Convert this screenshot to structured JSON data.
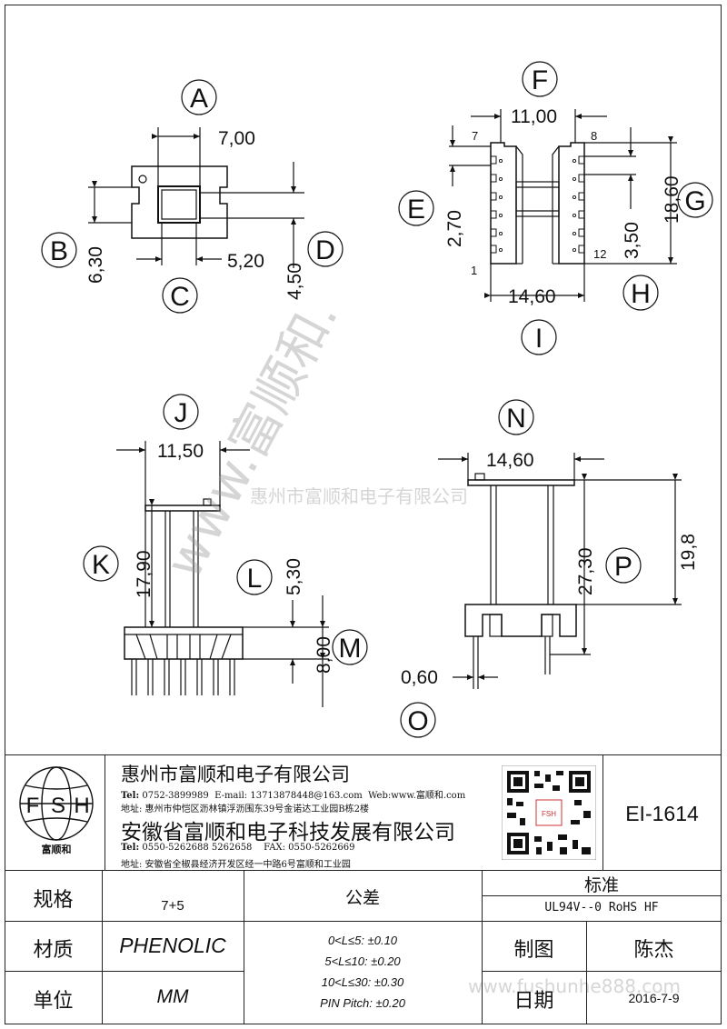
{
  "views": {
    "top": {
      "letters": [
        "A",
        "B",
        "C",
        "D"
      ],
      "dims": {
        "width_top": "7,00",
        "height_left": "6,30",
        "width_bottom": "5,20",
        "height_right": "4,50"
      }
    },
    "side": {
      "letters": [
        "F",
        "E",
        "G",
        "H",
        "I"
      ],
      "dims": {
        "top_width": "11,00",
        "pin_pitch_left": "2,70",
        "height_right": "18,60",
        "pitch_right": "3,50",
        "bottom_width": "14,60"
      },
      "pin_numbers": {
        "p7": "7",
        "p8": "8",
        "p1": "1",
        "p12": "12"
      }
    },
    "front": {
      "letters": [
        "J",
        "K",
        "L",
        "M"
      ],
      "dims": {
        "top_width": "11,50",
        "total_height": "17,90",
        "upper": "5,30",
        "base": "8,00"
      }
    },
    "end": {
      "letters": [
        "N",
        "P",
        "O"
      ],
      "dims": {
        "top_width": "14,60",
        "total_height": "27,30",
        "upper_height": "19,8",
        "pin_dia": "0,60"
      }
    }
  },
  "watermark": {
    "diagonal": "www.富顺和.",
    "company": "惠州市富顺和电子有限公司",
    "url": "www.fushunhe888.com"
  },
  "title_block": {
    "logo": {
      "letters": [
        "F",
        "S",
        "H"
      ],
      "caption": "富顺和"
    },
    "company1": {
      "name": "惠州市富顺和电子有限公司",
      "tel_label": "Tel:",
      "tel": "0752-3899989",
      "email_label": "E-mail:",
      "email": "13713878448@163.com",
      "web_label": "Web:",
      "web": "www.富顺和.com",
      "address": "地址: 惠州市仲恺区沥林镇浮沥围东39号金诺达工业园B栋2楼"
    },
    "company2": {
      "name": "安徽省富顺和电子科技发展有限公司",
      "tel_label": "Tel:",
      "tel": "0550-5262688  5262658",
      "fax_label": "FAX:",
      "fax": "0550-5262669",
      "address": "地址: 安徽省全椒县经济开发区经一中路6号富顺和工业园"
    },
    "qr_caption": "FSH",
    "part_number": "EI-1614",
    "rows": {
      "spec_label": "规格",
      "spec_value": "7+5",
      "material_label": "材质",
      "material_value": "PHENOLIC",
      "unit_label": "单位",
      "unit_value": "MM"
    },
    "tolerance": {
      "label": "公差",
      "lines": [
        "0<L≤5: ±0.10",
        "5<L≤10: ±0.20",
        "10<L≤30: ±0.30",
        "PIN Pitch: ±0.20"
      ]
    },
    "standard": {
      "label": "标准",
      "value": "UL94V--0  RoHS HF"
    },
    "drawn_label": "制图",
    "drawn_value": "陈杰",
    "date_label": "日期",
    "date_value": "2016-7-9"
  }
}
